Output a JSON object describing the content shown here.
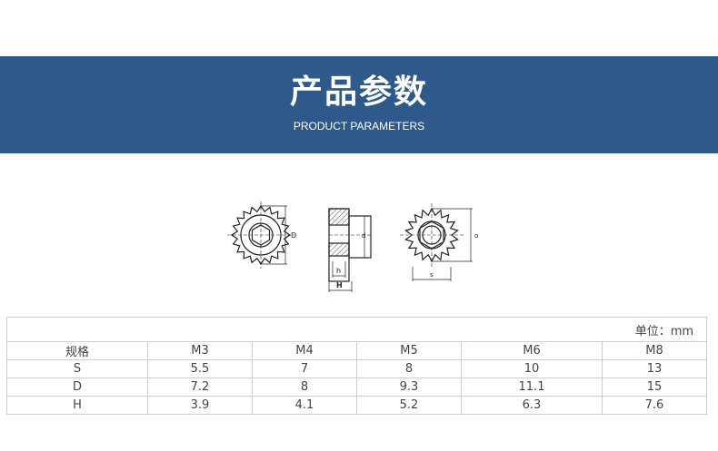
{
  "banner": {
    "title": "产品参数",
    "subtitle": "PRODUCT PARAMETERS",
    "color": "#2d5a8a"
  },
  "drawings": {
    "front_label_d": "D",
    "side_label_d": "d",
    "side_label_h_small": "h",
    "side_label_h_big": "H",
    "back_label_s": "s",
    "back_label_o": "o"
  },
  "table": {
    "unit": "单位：mm",
    "header": [
      "规格",
      "M3",
      "M4",
      "M5",
      "M6",
      "M8"
    ],
    "rows": [
      [
        "S",
        "5.5",
        "7",
        "8",
        "10",
        "13"
      ],
      [
        "D",
        "7.2",
        "8",
        "9.3",
        "11.1",
        "15"
      ],
      [
        "H",
        "3.9",
        "4.1",
        "5.2",
        "6.3",
        "7.6"
      ]
    ]
  }
}
